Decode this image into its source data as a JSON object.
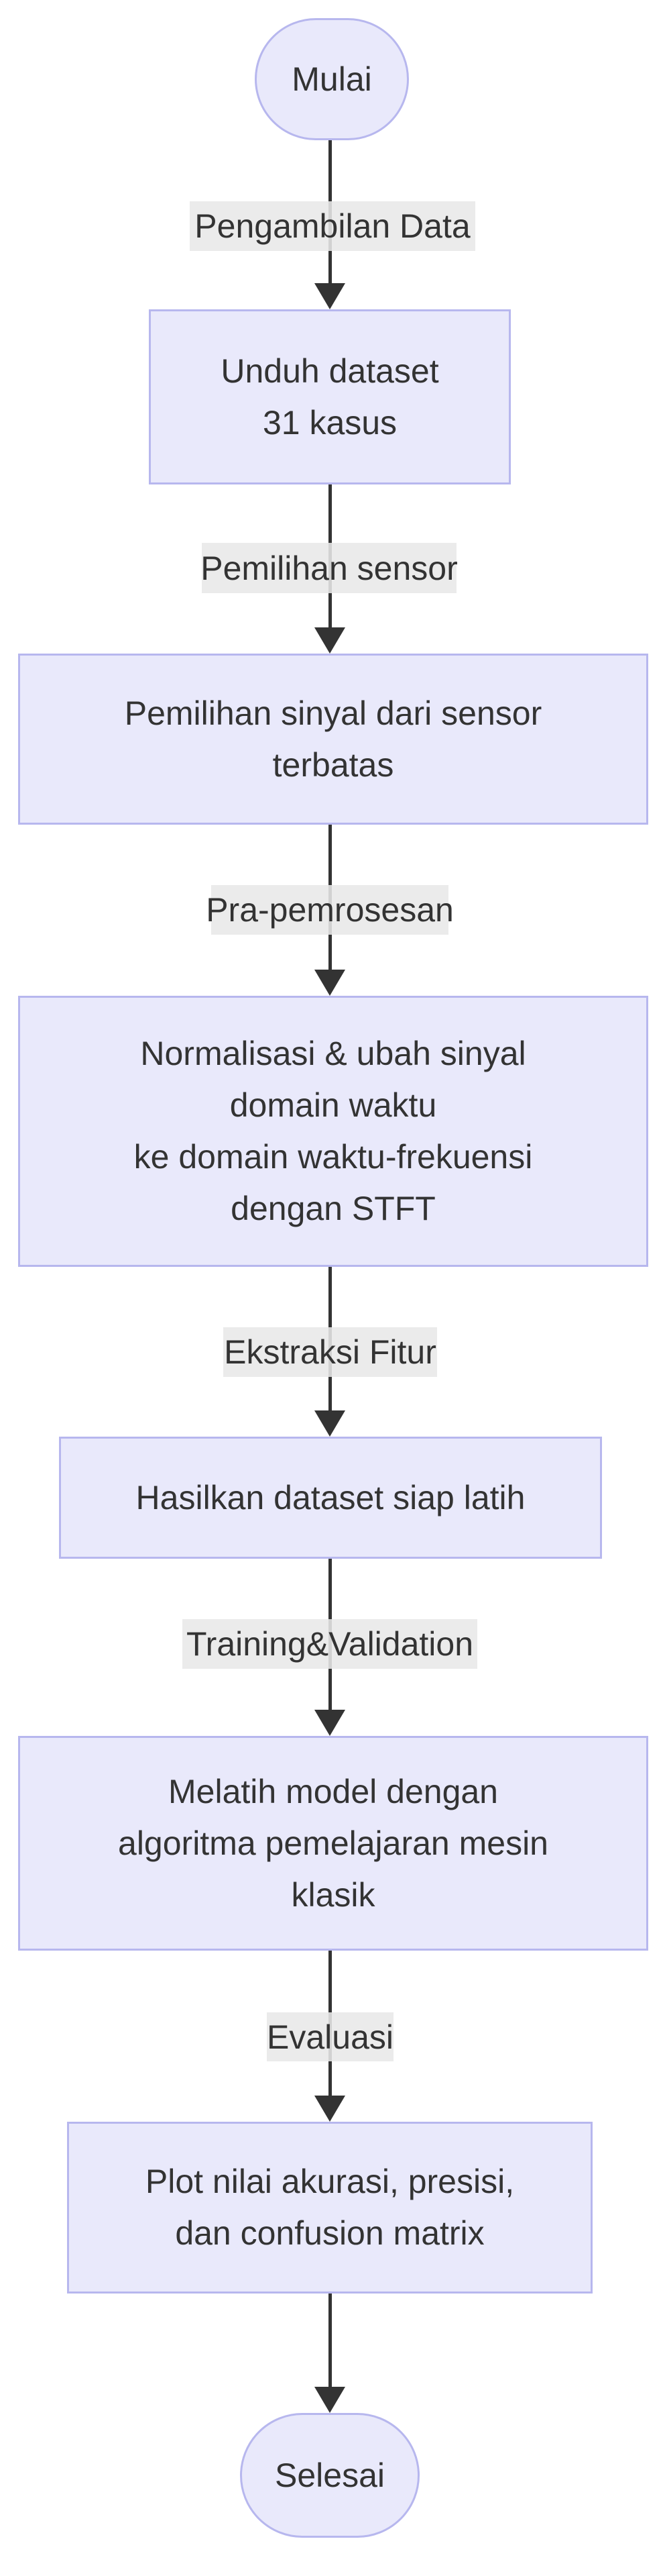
{
  "diagram": {
    "type": "flowchart",
    "direction": "top-down",
    "colors": {
      "node_fill": "#E9E9FB",
      "node_border": "#B7B7EE",
      "edge_color": "#333333",
      "edge_label_background": "#E8E8E8",
      "text_color": "#333333",
      "page_background": "#FFFFFF"
    },
    "nodes": [
      {
        "id": "mulai",
        "shape": "stadium",
        "lines": [
          "Mulai"
        ]
      },
      {
        "id": "unduh-dataset",
        "shape": "rect",
        "lines": [
          "Unduh dataset",
          "31 kasus"
        ]
      },
      {
        "id": "pemilihan-sinyal",
        "shape": "rect",
        "lines": [
          "Pemilihan sinyal dari sensor",
          "terbatas"
        ]
      },
      {
        "id": "normalisasi-stft",
        "shape": "rect",
        "lines": [
          "Normalisasi & ubah sinyal",
          "domain waktu",
          "ke domain waktu-frekuensi",
          "dengan STFT"
        ]
      },
      {
        "id": "hasilkan-dataset",
        "shape": "rect",
        "lines": [
          "Hasilkan dataset siap latih"
        ]
      },
      {
        "id": "melatih-model",
        "shape": "rect",
        "lines": [
          "Melatih model dengan",
          "algoritma pemelajaran mesin",
          "klasik"
        ]
      },
      {
        "id": "plot-evaluasi",
        "shape": "rect",
        "lines": [
          "Plot nilai akurasi, presisi,",
          "dan confusion matrix"
        ]
      },
      {
        "id": "selesai",
        "shape": "stadium",
        "lines": [
          "Selesai"
        ]
      }
    ],
    "edges": [
      {
        "from": "mulai",
        "to": "unduh-dataset",
        "label": "Pengambilan Data"
      },
      {
        "from": "unduh-dataset",
        "to": "pemilihan-sinyal",
        "label": "Pemilihan sensor"
      },
      {
        "from": "pemilihan-sinyal",
        "to": "normalisasi-stft",
        "label": "Pra-pemrosesan"
      },
      {
        "from": "normalisasi-stft",
        "to": "hasilkan-dataset",
        "label": "Ekstraksi Fitur"
      },
      {
        "from": "hasilkan-dataset",
        "to": "melatih-model",
        "label": "Training&Validation"
      },
      {
        "from": "melatih-model",
        "to": "plot-evaluasi",
        "label": "Evaluasi"
      },
      {
        "from": "plot-evaluasi",
        "to": "selesai",
        "label": ""
      }
    ]
  }
}
